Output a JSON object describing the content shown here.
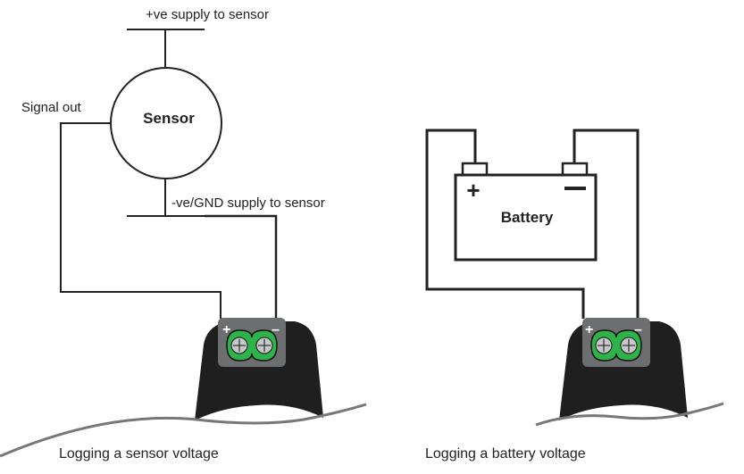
{
  "left_diagram": {
    "supply_pos_label": "+ve supply to sensor",
    "signal_label": "Signal out",
    "sensor_label": "Sensor",
    "supply_neg_label": "-ve/GND supply to sensor",
    "caption": "Logging a sensor voltage",
    "terminal_plus": "+",
    "terminal_minus": "–"
  },
  "right_diagram": {
    "battery_label": "Battery",
    "battery_plus": "+",
    "battery_minus": "—",
    "caption": "Logging a battery voltage",
    "terminal_plus": "+",
    "terminal_minus": "–"
  },
  "colors": {
    "wire": "#222222",
    "logger_body": "#1f1f1f",
    "terminal_plate": "#6d6e70",
    "terminal_green": "#2db34a",
    "screw": "#c7c8ca",
    "ground_line": "#777777"
  }
}
